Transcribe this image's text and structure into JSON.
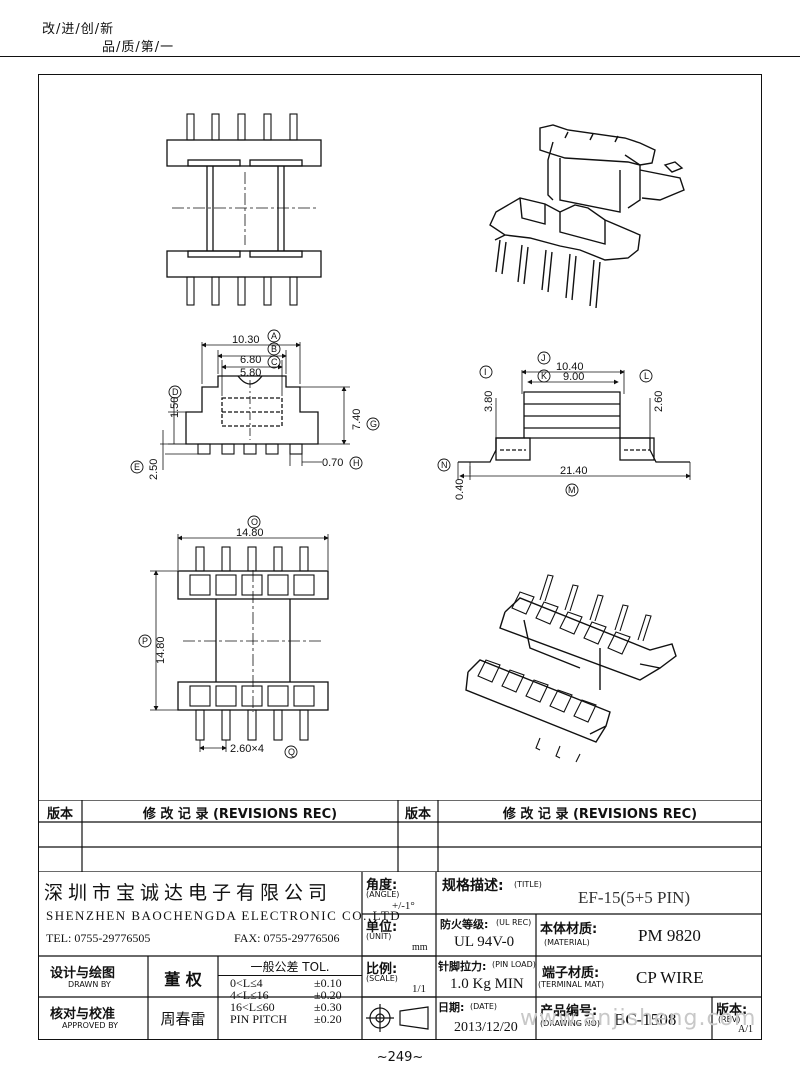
{
  "header": {
    "slogan_line1": "改/进/创/新",
    "slogan_line2": "品/质/第/一"
  },
  "drawing": {
    "dims": {
      "d1030": "10.30",
      "d680": "6.80",
      "d580": "5.80",
      "d150": "1.50",
      "d740": "7.40",
      "d250": "2.50",
      "d070": "0.70",
      "d1040": "10.40",
      "d900": "9.00",
      "d380": "3.80",
      "d260": "2.60",
      "d2140": "21.40",
      "d040": "0.40",
      "d1480a": "14.80",
      "d1480b": "14.80",
      "d260x4": "2.60×4"
    },
    "labels": {
      "A": "A",
      "B": "B",
      "C": "C",
      "D": "D",
      "E": "E",
      "G": "G",
      "H": "H",
      "I": "I",
      "J": "J",
      "K": "K",
      "L": "L",
      "M": "M",
      "N": "N",
      "O": "O",
      "P": "P",
      "Q": "Q"
    }
  },
  "revisions": {
    "col_version": "版本",
    "col_title": "修 改 记 录 (REVISIONS REC)"
  },
  "company": {
    "name_cn": "深圳市宝诚达电子有限公司",
    "name_en": "SHENZHEN BAOCHENGDA ELECTRONIC CO.,LTD",
    "tel": "TEL: 0755-29776505",
    "fax": "FAX: 0755-29776506"
  },
  "title_block": {
    "angle_label": "角度:",
    "angle_sub": "(ANGLE)",
    "angle_value": "+/-1°",
    "unit_label": "单位:",
    "unit_sub": "(UNIT)",
    "unit_value": "mm",
    "scale_label": "比例:",
    "scale_sub": "(SCALE)",
    "scale_value": "1/1",
    "title_label": "规格描述:",
    "title_sub": "(TITLE)",
    "title_value": "EF-15(5+5 PIN)",
    "ul_label": "防火等级:",
    "ul_sub": "(UL REC)",
    "ul_value": "UL 94V-0",
    "material_label": "本体材质:",
    "material_sub": "(MATERIAL)",
    "material_value": "PM 9820",
    "pinload_label": "针脚拉力:",
    "pinload_sub": "(PIN LOAD)",
    "pinload_value": "1.0 Kg MIN",
    "terminal_label": "端子材质:",
    "terminal_sub": "(TERMINAL MAT)",
    "terminal_value": "CP WIRE",
    "date_label": "日期:",
    "date_sub": "(DATE)",
    "date_value": "2013/12/20",
    "drawno_label": "产品编号:",
    "drawno_sub": "(DRAWING NO)",
    "drawno_value": "BC-1508",
    "rev_label": "版本:",
    "rev_sub": "(REV)",
    "rev_value": "A/1",
    "drawn_label": "设计与绘图",
    "drawn_sub": "DRAWN BY",
    "drawn_value": "董 权",
    "approved_label": "核对与校准",
    "approved_sub": "APPROVED BY",
    "approved_value": "周春雷",
    "tol_title": "一般公差 TOL.",
    "tol_rows": [
      {
        "range": "0<L≤4",
        "value": "±0.10"
      },
      {
        "range": "4<L≤16",
        "value": "±0.20"
      },
      {
        "range": "16<L≤60",
        "value": "±0.30"
      },
      {
        "range": "PIN PITCH",
        "value": "±0.20"
      }
    ]
  },
  "footer": {
    "page": "~249~",
    "watermark": "www.anjisheng.com"
  }
}
